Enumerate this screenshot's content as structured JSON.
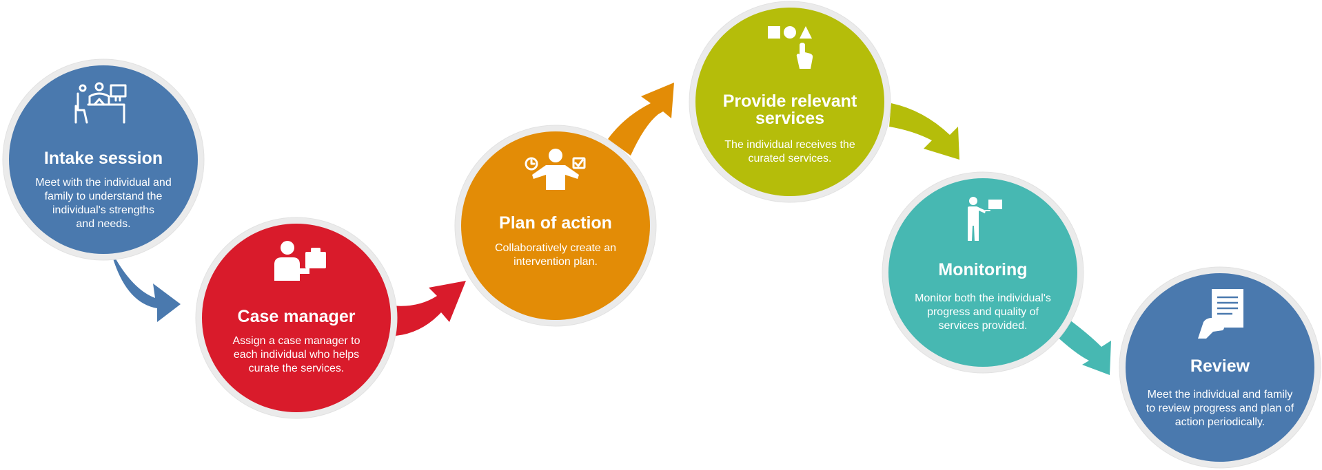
{
  "colors": {
    "intake": "#4a79ae",
    "case_manager": "#d91b2b",
    "plan": "#e38c06",
    "provide": "#b5bd0a",
    "monitoring": "#47b8b2",
    "review": "#4a79ae"
  },
  "steps": [
    {
      "key": "intake",
      "title": [
        "Intake session"
      ],
      "desc": [
        "Meet with the individual and",
        "family to understand the",
        "individual's strengths",
        "and needs."
      ],
      "icon": "person-at-desk-icon"
    },
    {
      "key": "case_manager",
      "title": [
        "Case manager"
      ],
      "desc": [
        "Assign a case manager to",
        "each individual who helps",
        "curate the services."
      ],
      "icon": "person-with-briefcase-icon"
    },
    {
      "key": "plan",
      "title": [
        "Plan of action"
      ],
      "desc": [
        "Collaboratively create an",
        "intervention plan."
      ],
      "icon": "person-with-clock-and-calendar-icon"
    },
    {
      "key": "provide",
      "title": [
        "Provide relevant",
        "services"
      ],
      "desc": [
        "The individual receives the",
        "curated services."
      ],
      "icon": "shapes-and-pointer-icon"
    },
    {
      "key": "monitoring",
      "title": [
        "Monitoring"
      ],
      "desc": [
        "Monitor both the individual's",
        "progress and quality of",
        "services provided."
      ],
      "icon": "person-presenting-icon"
    },
    {
      "key": "review",
      "title": [
        "Review"
      ],
      "desc": [
        "Meet the individual and family",
        "to review progress and plan of",
        "action periodically."
      ],
      "icon": "hand-holding-document-icon"
    }
  ]
}
